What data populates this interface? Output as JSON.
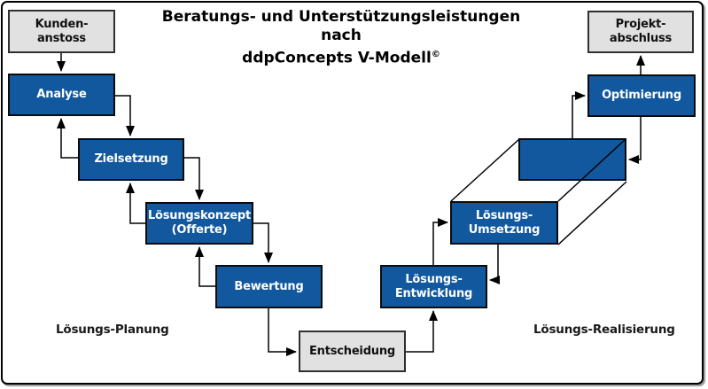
{
  "title": {
    "line1": "Beratungs- und Unterstützungsleistungen",
    "line2": "nach",
    "line3": "ddpConcepts V-Modell",
    "trademark": "©"
  },
  "phase_labels": {
    "left": "Lösungs-Planung",
    "right": "Lösungs-Realisierung"
  },
  "nodes": {
    "kundenanstoss": {
      "label": "Kunden-\nanstoss",
      "type": "milestone"
    },
    "analyse": {
      "label": "Analyse",
      "type": "process"
    },
    "zielsetzung": {
      "label": "Zielsetzung",
      "type": "process"
    },
    "loesungskonzept": {
      "label": "Lösungskonzept\n(Offerte)",
      "type": "process"
    },
    "bewertung": {
      "label": "Bewertung",
      "type": "process"
    },
    "entscheidung": {
      "label": "Entscheidung",
      "type": "milestone"
    },
    "loesungsentwicklung": {
      "label": "Lösungs-\nEntwicklung",
      "type": "process"
    },
    "loesungsumsetzung": {
      "label": "Lösungs-\nUmsetzung",
      "type": "process"
    },
    "loesungsumsetzung_back": {
      "label": "",
      "type": "process"
    },
    "optimierung": {
      "label": "Optimierung",
      "type": "process"
    },
    "projektabschluss": {
      "label": "Projekt-\nabschluss",
      "type": "milestone"
    }
  },
  "colors": {
    "process_fill": "#11589e",
    "process_text": "#ffffff",
    "milestone_fill": "#e1e1e1",
    "milestone_text": "#111111",
    "connector": "#000000",
    "frame_border": "#000000",
    "background": "#ffffff"
  }
}
